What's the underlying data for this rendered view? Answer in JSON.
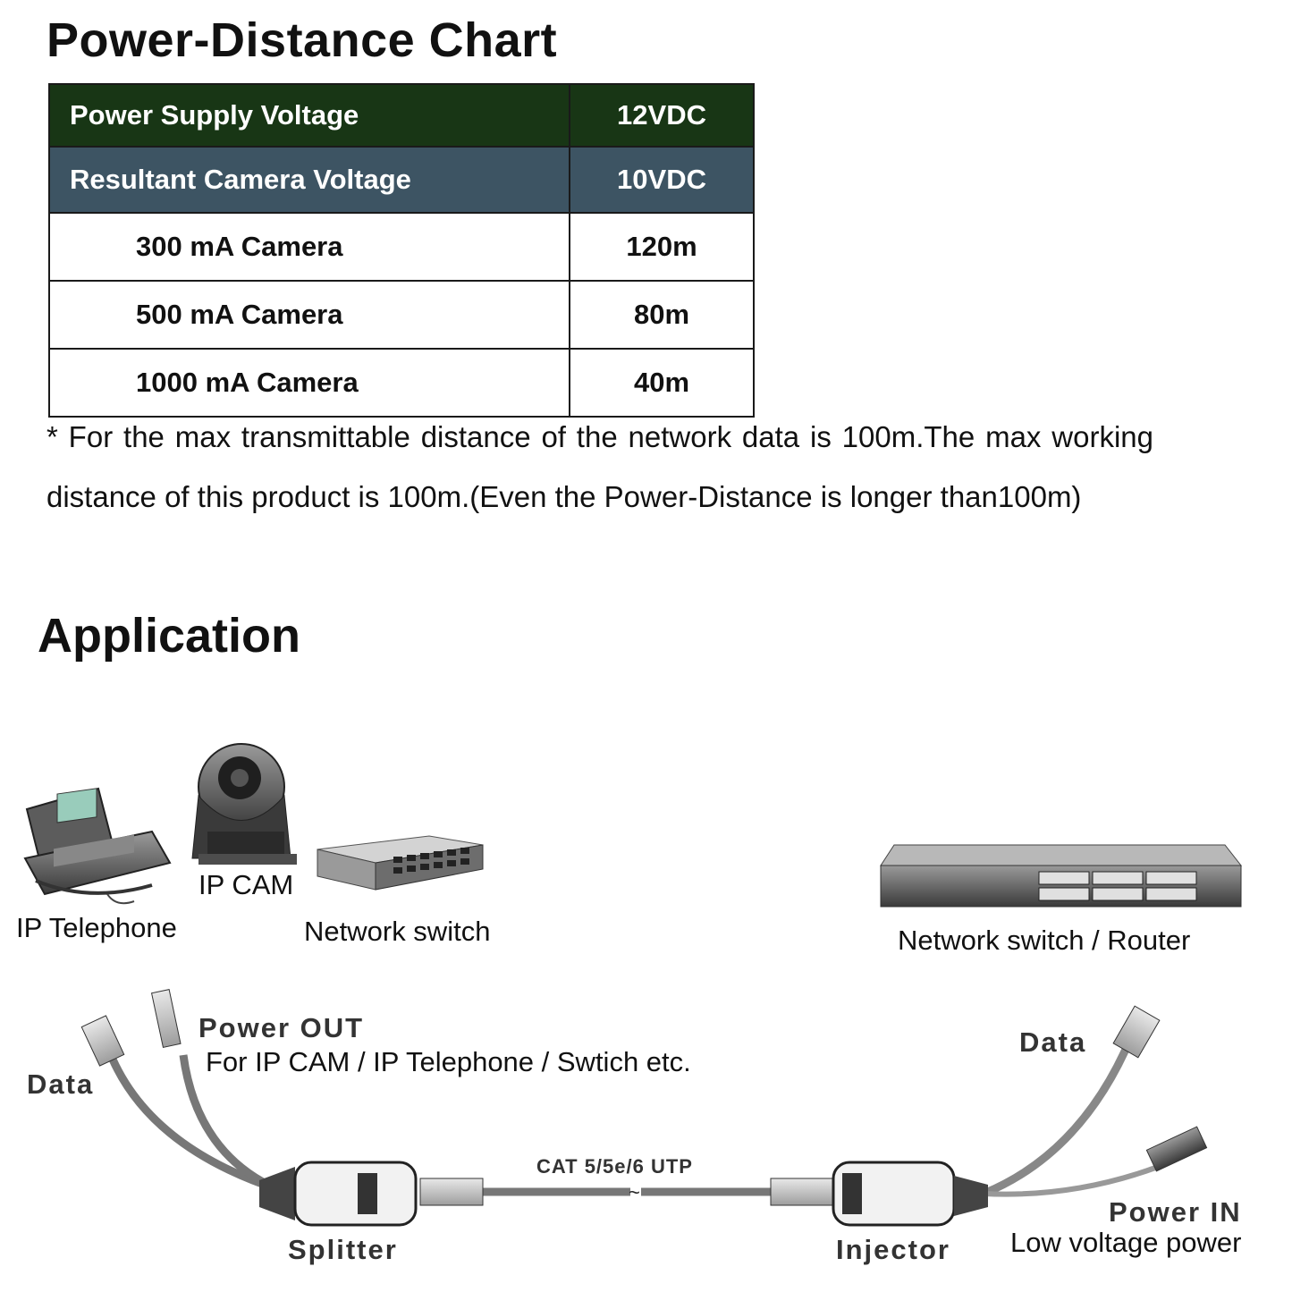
{
  "chart_title": "Power-Distance Chart",
  "table": {
    "header_rows": [
      {
        "label": "Power Supply Voltage",
        "value": "12VDC"
      },
      {
        "label": "Resultant Camera Voltage",
        "value": "10VDC"
      }
    ],
    "rows": [
      {
        "label": "300 mA Camera",
        "value": "120m"
      },
      {
        "label": "500 mA Camera",
        "value": "80m"
      },
      {
        "label": "1000 mA Camera",
        "value": "40m"
      }
    ]
  },
  "note": "* For the max transmittable distance of the network data is 100m.The max working distance of this product is 100m.(Even the Power-Distance is longer than100m)",
  "application_title": "Application",
  "devices": {
    "ip_telephone": "IP Telephone",
    "ip_cam": "IP CAM",
    "network_switch": "Network switch",
    "router": "Network switch / Router"
  },
  "cabling": {
    "data_left": "Data",
    "power_out": "Power OUT",
    "power_out_desc": "For IP CAM / IP Telephone / Swtich etc.",
    "cable": "CAT 5/5e/6 UTP",
    "splitter": "Splitter",
    "injector": "Injector",
    "data_right": "Data",
    "power_in": "Power IN",
    "power_in_desc": "Low voltage power"
  },
  "colors": {
    "header1_bg": "#183615",
    "header2_bg": "#3d5463"
  }
}
